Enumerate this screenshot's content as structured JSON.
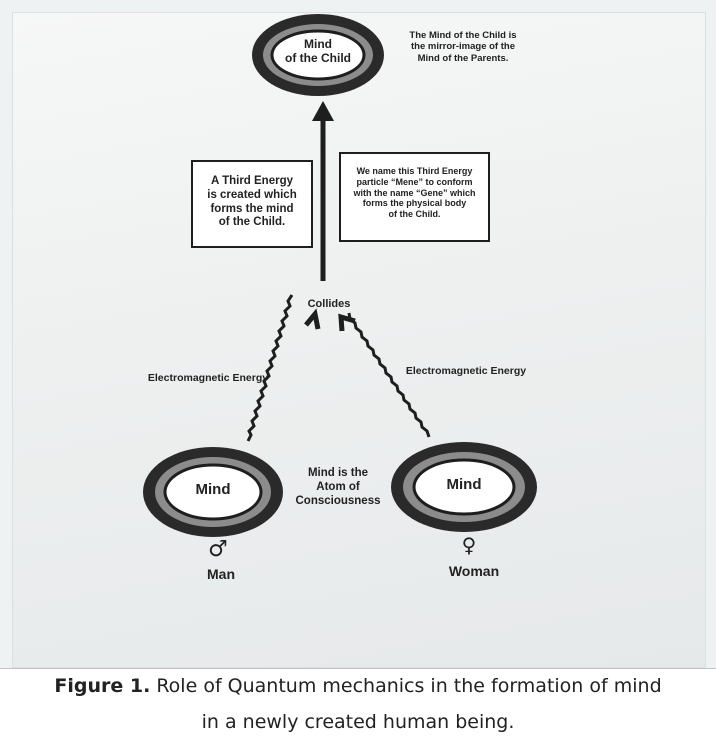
{
  "diagram": {
    "child_mind_label_1": "Mind",
    "child_mind_label_2": "of the Child",
    "mirror_note": [
      "The Mind of the Child is",
      "the mirror-image of the",
      "Mind of the Parents."
    ],
    "third_energy_box": [
      "A Third Energy",
      "is created which",
      "forms the mind",
      "of the Child."
    ],
    "mene_box": [
      "We name this Third Energy",
      "particle “Mene” to conform",
      "with the name “Gene” which",
      "forms the physical body",
      "of the Child."
    ],
    "collides_label": "Collides",
    "left_energy_label": "Electromagnetic Energy",
    "right_energy_label": "Electromagnetic Energy",
    "man_mind_label": "Mind",
    "woman_mind_label": "Mind",
    "atom_note": [
      "Mind is the",
      "Atom of",
      "Consciousness"
    ],
    "male_symbol": "♂",
    "female_symbol": "♀",
    "man_label": "Man",
    "woman_label": "Woman"
  },
  "caption": {
    "figure_label": "Figure 1.",
    "line1_text": " Role of Quantum mechanics in the formation of mind",
    "line2_text": "in a newly created human being."
  },
  "colors": {
    "ring_outer": "#2a2a2a",
    "ring_middle": "#8c8c8c",
    "ring_inner_border": "#1e1e1e",
    "ring_fill": "#ffffff",
    "line": "#1e1e1e"
  }
}
